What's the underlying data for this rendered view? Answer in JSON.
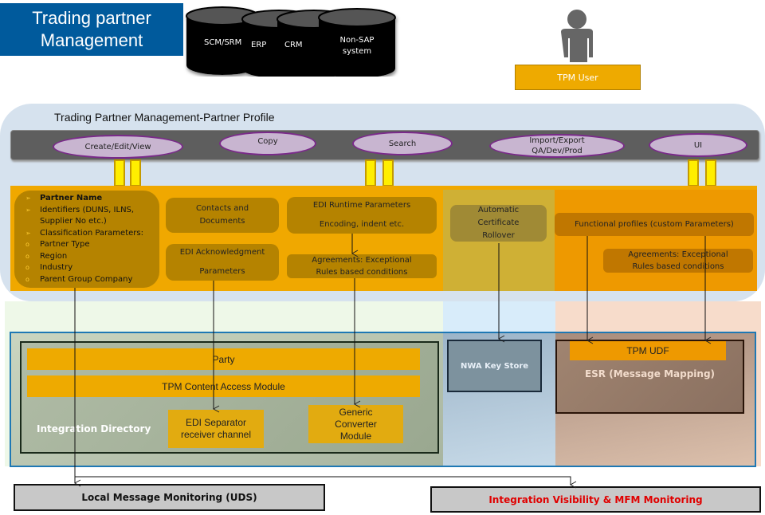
{
  "title": {
    "line1": "Trading partner",
    "line2": "Management"
  },
  "systems": [
    {
      "label": "SCM/SRM"
    },
    {
      "label": "ERP"
    },
    {
      "label": "CRM"
    },
    {
      "label": "Non-SAP system"
    }
  ],
  "user": {
    "label": "TPM User",
    "icon": "person-icon"
  },
  "profile": {
    "title": "Trading Partner Management-Partner  Profile",
    "functions": [
      {
        "label": "Create/Edit/View"
      },
      {
        "label": "Copy"
      },
      {
        "label": "Search"
      },
      {
        "label_line1": "Import/Export",
        "label_line2": "QA/Dev/Prod"
      },
      {
        "label": "UI"
      }
    ],
    "partner_details": [
      {
        "marker": "➢",
        "text": "Partner Name",
        "bold": true
      },
      {
        "marker": "➢",
        "text": "Identifiers (DUNS, ILNS,"
      },
      {
        "marker": "",
        "text": "Supplier No etc.)"
      },
      {
        "marker": "➢",
        "text": "Classification Parameters:"
      },
      {
        "marker": "o",
        "text": "Partner Type"
      },
      {
        "marker": "o",
        "text": "Region"
      },
      {
        "marker": "o",
        "text": "Industry"
      },
      {
        "marker": "o",
        "text": "Parent Group Company"
      }
    ],
    "contacts": {
      "line1": "Contacts and",
      "line2": "Documents"
    },
    "edi_ack": {
      "line1": "EDI Acknowledgment",
      "line2": "Parameters"
    },
    "edi_runtime": {
      "line1": "EDI Runtime Parameters",
      "line2": "Encoding, indent etc."
    },
    "agreements_left": {
      "line1": "Agreements:  Exceptional",
      "line2": "Rules based conditions"
    },
    "cert_rollover": {
      "line1": "Automatic",
      "line2": "Certificate",
      "line3": "Rollover"
    },
    "functional_profiles": "Functional profiles (custom Parameters)",
    "agreements_right": {
      "line1": "Agreements:  Exceptional",
      "line2": "Rules based conditions"
    }
  },
  "integration_directory": {
    "label": "Integration Directory",
    "party": "Party",
    "cam": "TPM Content Access Module",
    "edi_separator": {
      "line1": "EDI Separator",
      "line2": "receiver  channel"
    },
    "generic_converter": {
      "line1": "Generic",
      "line2": "Converter",
      "line3": "Module"
    }
  },
  "nwa": {
    "label": "NWA Key Store"
  },
  "esr": {
    "label": "ESR (Message Mapping)",
    "udf": "TPM UDF"
  },
  "monitoring": {
    "local": "Local Message Monitoring (UDS)",
    "visibility": "Integration Visibility & MFM Monitoring"
  },
  "colors": {
    "title_bg": "#005a9c",
    "orange": "#eeaa00",
    "visibility_text": "#e00000"
  }
}
